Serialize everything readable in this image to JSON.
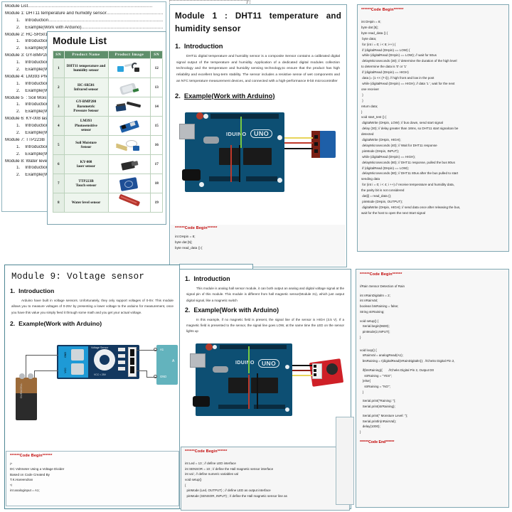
{
  "toc": {
    "title": "Module List",
    "entries": [
      {
        "level": 0,
        "text": "Module List"
      },
      {
        "level": 0,
        "text": "Module 1: DHT11 temperature and humidity sensor"
      },
      {
        "level": 1,
        "text": "1.    Introduction"
      },
      {
        "level": 1,
        "text": "2.    Example(Work with Arduino)"
      },
      {
        "level": 0,
        "text": "Module 2: HC-SR501 Infrared sensor"
      },
      {
        "level": 1,
        "text": "1.    Introduction"
      },
      {
        "level": 1,
        "text": "2.    Example(Work with Arduino)"
      },
      {
        "level": 0,
        "text": "Module 3: GY-BMP280 Barometric Pressure Sensor"
      },
      {
        "level": 1,
        "text": "1.    Introduction"
      },
      {
        "level": 1,
        "text": "2.    Example(Work with Arduino)"
      },
      {
        "level": 0,
        "text": "Module 4: LM393 Photosensitive sensor"
      },
      {
        "level": 1,
        "text": "1.    Introduction"
      },
      {
        "level": 1,
        "text": "2.    Example(Work with Arduino)"
      },
      {
        "level": 0,
        "text": "Module 5  : Soil Moisture Sensor"
      },
      {
        "level": 1,
        "text": "1.    Introduction"
      },
      {
        "level": 1,
        "text": "2.    Example(Work with Arduino)"
      },
      {
        "level": 0,
        "text": "Module 6: KY-008 laser sensor"
      },
      {
        "level": 1,
        "text": "1.    Introduction"
      },
      {
        "level": 1,
        "text": "2.    Example(Work with Arduino)"
      },
      {
        "level": 0,
        "text": "Module 7: TTP223B Touch sensor"
      },
      {
        "level": 1,
        "text": "1.    Introduction"
      },
      {
        "level": 1,
        "text": "2.    Example(Work with Arduino)"
      },
      {
        "level": 0,
        "text": "Module 8: Water level sensor"
      },
      {
        "level": 1,
        "text": "1.    Introduction"
      },
      {
        "level": 1,
        "text": "2.    Example(Work with Arduino)"
      }
    ]
  },
  "module_list_card": {
    "title": "Module List",
    "headers": [
      "SN",
      "Product Name",
      "Product Image",
      "SN"
    ],
    "rows": [
      {
        "sn": "1",
        "name": "DHT11  temperature and humidity sensor",
        "image": "dht11-sensor-photo",
        "sn2": "12"
      },
      {
        "sn": "2",
        "name": "HC-SR501\nInfrared sensor",
        "image": "hc-sr501-sensor-photo",
        "sn2": "13"
      },
      {
        "sn": "3",
        "name": "GY-BMP280\nBarometric\nPressure Sensor",
        "image": "gy-bmp280-sensor-photo",
        "sn2": "14"
      },
      {
        "sn": "4",
        "name": "LM393\nPhotosensitive\nsensor",
        "image": "lm393-sensor-photo",
        "sn2": "15"
      },
      {
        "sn": "5",
        "name": "Soil Moisture\nSensor",
        "image": "soil-moisture-sensor-photo",
        "sn2": "16"
      },
      {
        "sn": "6",
        "name": "KY-008\nlaser sensor",
        "image": "ky-008-laser-photo",
        "sn2": "17"
      },
      {
        "sn": "7",
        "name": "TTP223B\nTouch sensor",
        "image": "ttp223b-touch-photo",
        "sn2": "18"
      },
      {
        "sn": "8",
        "name": "Water level sensor",
        "image": "water-level-sensor-photo",
        "sn2": "19"
      }
    ]
  },
  "module1": {
    "tab_label": "2",
    "heading": "Module 1  :  DHT11  temperature  and  humidity sensor",
    "section1_num": "1.",
    "section1_title": "Introduction",
    "intro_paragraph": "DHT11 digital temperature and humidity sensor is a composite Sensor contains a calibrated digital signal output of the temperature and humidity. Application of a dedicated digital modules collection technology and the temperature and humidity sensing technology,to ensure that the product has high reliability and excellent long-term stability. The sensor includes a resistive sense of wet components and an NTC temperature measurement devices, and connected with a high-performance 8-bit microcontroller",
    "section2_num": "2.",
    "section2_title": "Example(Work with Arduino)",
    "photo_name": "arduino-uno-dht11-wiring-photo",
    "board_label_left": "IDUINO",
    "board_label_right": "UNO",
    "code_snippet_banner": "******Code Begin******",
    "code_snippet_lines": [
      "int DHpin = 8;",
      "byte dat [5];",
      "byte read_data () {"
    ]
  },
  "code1": {
    "banner": "******Code Begin******",
    "lines": [
      "",
      "int DHpin = 8;",
      "byte dat [5];",
      "byte read_data () {",
      " byte data;",
      " for (int i = 0; i < 8; i++) {",
      " if (digitalRead (DHpin) == LOW) {",
      " while (digitalRead (DHpin) == LOW); // wait for 50us",
      " delayMicroseconds (30); // determine the duration of the high level",
      "to determine the data is '0' or '1'",
      " if (digitalRead (DHpin) == HIGH)",
      " data |= (1 << (7-i)); // high front and low in the post",
      " while (digitalRead (DHpin) == HIGH); // data '1 ', wait for the next",
      "one receiver",
      " }",
      " }",
      "return data;",
      "}",
      "void start_test () {",
      " digitalWrite (DHpin, LOW); // bus down, send start signal",
      " delay (30); // delay greater than 18ms, so DHT11 start signalcan be",
      "detected",
      " digitalWrite (DHpin, HIGH);",
      " delayMicroseconds (40); // Wait for DHT11 response",
      " pinMode (DHpin, INPUT);",
      " while (digitalRead (DHpin) == HIGH);",
      " delayMicroseconds (80); // DHT11 response, pulled the bus 80us",
      " if (digitalRead (DHpin) == LOW);",
      " delayMicroseconds (80); // DHT11 80us after the bus pulled to start",
      "sending data",
      " for (int i = 0; i < 4; i ++) // receive temperature and humidity data,",
      "the parity bit is not considered",
      " dat[i] = read_data ();",
      " pinMode (DHpin, OUTPUT);",
      " digitalWrite (DHpin, HIGH); // send data once after releasing the bus,",
      "wait for the host to open the next Start signal"
    ]
  },
  "module9": {
    "title": "Module 9: Voltage sensor",
    "section1_num": "1.",
    "section1_title": "Introduction",
    "intro_paragraph": "Arduino have built in voltage sensors. Unfortunately, they only support voltages of 0-5V. This module allows you to measure voltages of 0-25V by presenting a lower voltage to the arduino for measurement, once you have this value you simply feed it through some math and you get your actual voltage.",
    "section2_num": "2.",
    "section2_title": "Example(Work with Arduino)",
    "diagram_name": "voltage-sensor-wiring-diagram",
    "diagram_labels": {
      "module_title": "Voltage Sensor",
      "gnd": "GND",
      "vcc": "VCC",
      "footer": "VCC < 25V",
      "pin_s": "S",
      "pin_plus": "+",
      "pin_minus": "-",
      "arduino_a1": "A1",
      "arduino_gnd": "GND",
      "arduino_letter": "A",
      "battery": "DURACELL"
    },
    "code_banner": "******Code Begin******",
    "code_lines": [
      "/*",
      "DC Voltmeter Using a Voltage Divider",
      "Based on Code Created By",
      "T.K.Hareendran",
      "*/",
      "int analoginput = A1;"
    ]
  },
  "module_hall": {
    "section1_num": "1.",
    "section1_title": "Introduction",
    "intro_paragraph": "This module is analog hall sensor module, it can both output an analog and digital voltage signal at the signal pin of this module. This module is different from hall magnetic sensor(Module 31), which just output digital signal, like a magnetic switch",
    "section2_num": "2.",
    "section2_title": "Example(Work with Arduino)",
    "example_paragraph": "In this example, if no magnetic field is present, the signal line of the sensor is HIGH (3.5 V). If a magnetic field is presented to the sensor, the signal line goes LOW, at the same time the LED on the sensor lights up",
    "photo_name": "arduino-uno-hall-sensor-wiring-photo",
    "board_label_left": "IDUINO",
    "board_label_right": "UNO",
    "code_banner": "******Code Begin******",
    "code_lines": [
      "",
      "int Led = 13 ; // define LED interface",
      "int SENSOR = 10 ; // define the Hall magnetic sensor interface",
      "int val ; // define numeric variables val",
      "void setup()",
      "{",
      "  pinMode (Led, OUTPUT) ; // define LED as output interface",
      "  pinMode (SENSOR, INPUT) ; // define the Hall magnetic sensor line as"
    ]
  },
  "code_rain": {
    "banner": "******Code Begin******",
    "end_banner": "******Code End******",
    "lines": [
      "",
      "//Rain Sensor Detection of Rain",
      "",
      "int nRainDigitalIn = 2;",
      "int nRainVal;",
      "boolean bIsRaining = false;",
      "String strRaining;",
      "",
      "void setup() {",
      "   Serial.begin(9600);",
      "   pinMode(2,INPUT);",
      "}",
      "",
      "",
      "void loop() {",
      "   nRainVal = analogRead(A1);",
      "   bIsRaining = !(digitalRead(nRainDigitalIn));  //Cheks Digital Pin 2,",
      "",
      "   if(bIsRaining){       //Cheks Digital Pin 2, Output D0",
      "     strRaining = \"YES\";",
      "   }else{",
      "     strRaining = \"NO\";",
      "   }",
      "",
      "   Serial.print(\"Raining: \");",
      "   Serial.print(strRaining);",
      "",
      "   Serial.print(\" Monsture Level: \");",
      "   Serial.println(nRainVal);",
      "   delay(1000);",
      "}"
    ]
  },
  "colors": {
    "panel_border": "#6f9ba8",
    "table_header_bg": "#5f8f6b",
    "table_sn_bg": "#e4eee4",
    "table_name_bg": "#eef5ee",
    "code_banner_red": "#c00000",
    "code_bg": "#f7f7f7",
    "arduino_blue": "#0d4f73"
  }
}
